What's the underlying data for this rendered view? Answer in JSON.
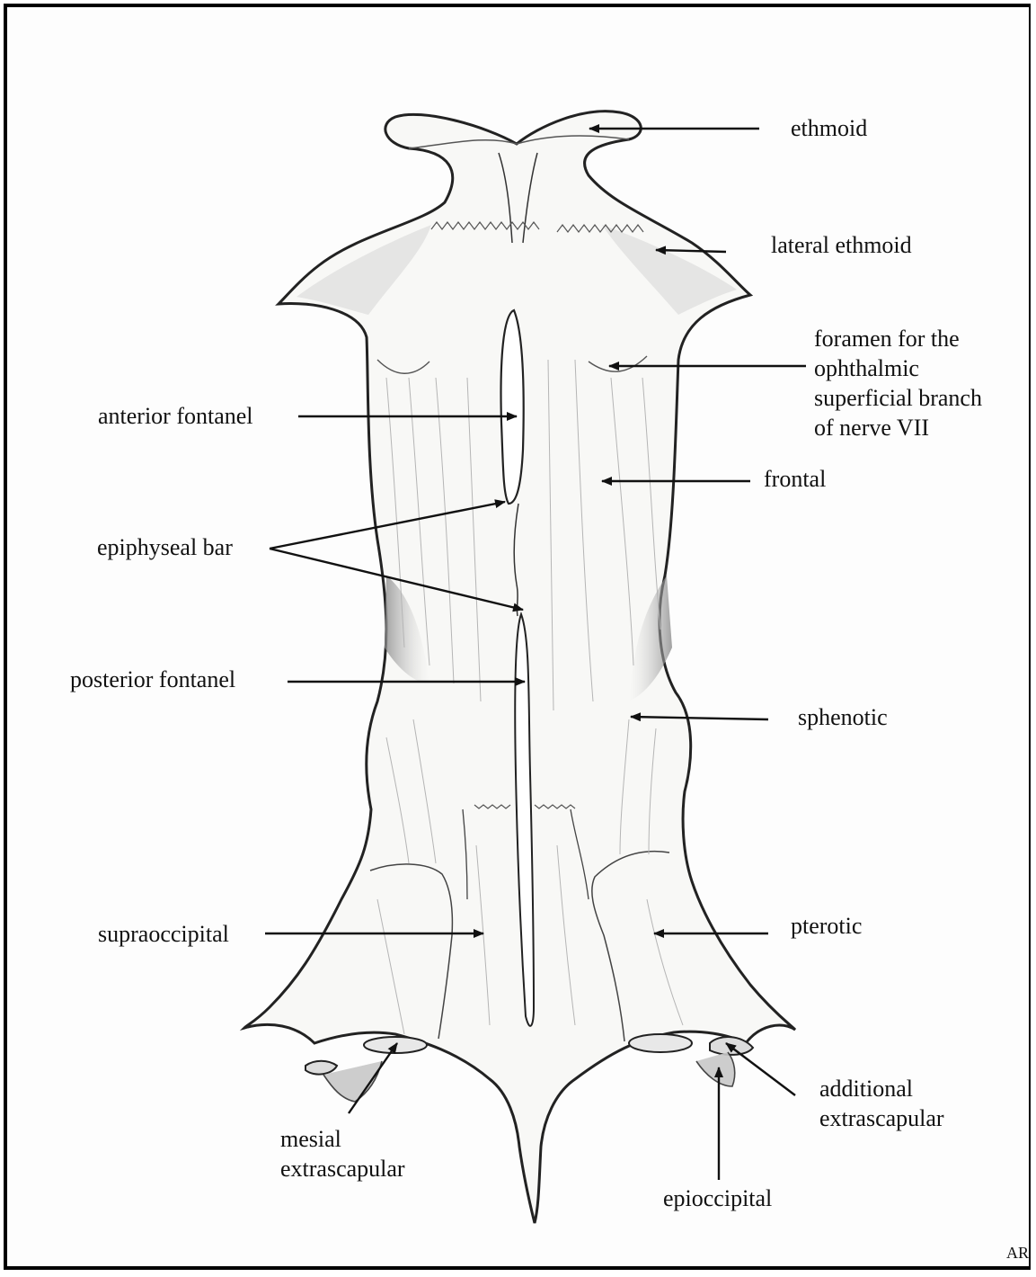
{
  "labels": {
    "ethmoid": "ethmoid",
    "lateral_ethmoid": "lateral ethmoid",
    "foramen_line1": "foramen for the",
    "foramen_line2": "ophthalmic",
    "foramen_line3": "superficial branch",
    "foramen_line4": "of nerve VII",
    "anterior_fontanel": "anterior fontanel",
    "frontal": "frontal",
    "epiphyseal_bar": "epiphyseal bar",
    "posterior_fontanel": "posterior fontanel",
    "sphenotic": "sphenotic",
    "supraoccipital": "supraoccipital",
    "pterotic": "pterotic",
    "additional_extrascapular_line1": "additional",
    "additional_extrascapular_line2": "extrascapular",
    "mesial_extrascapular_line1": "mesial",
    "mesial_extrascapular_line2": "extrascapular",
    "epioccipital": "epioccipital"
  },
  "credit": "AR",
  "colors": {
    "ink": "#111111",
    "bone_fill": "#f7f7f5",
    "shade": "#9a9a9a"
  }
}
